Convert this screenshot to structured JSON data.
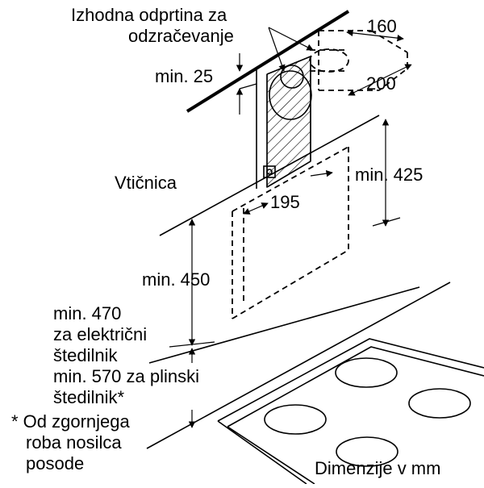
{
  "labels": {
    "outlet_line1": "Izhodna odprtina za",
    "outlet_line2": "odzračevanje",
    "socket": "Vtičnica",
    "min25": "min. 25",
    "min425": "min. 425",
    "min450": "min. 450",
    "note_line1": "min. 470",
    "note_line2": "za električni",
    "note_line3": "štedilnik",
    "note_line4": "min. 570 za plinski",
    "note_line5": "štedilnik*",
    "foot_line1": "* Od zgornjega",
    "foot_line2": "roba nosilca",
    "foot_line3": "posode",
    "units": "Dimenzije v mm"
  },
  "dimensions": {
    "d160": "160",
    "d200": "200",
    "d195": "195"
  }
}
